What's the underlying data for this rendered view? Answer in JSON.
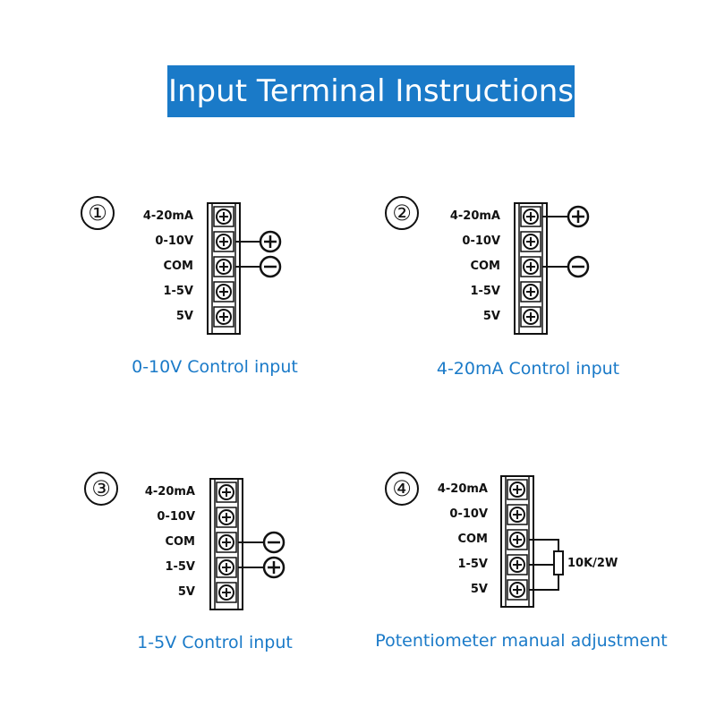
{
  "title": "Input Terminal Instructions",
  "terminal_labels": [
    "4-20mA",
    "0-10V",
    "COM",
    "1-5V",
    "5V"
  ],
  "diagrams": [
    {
      "number": "①",
      "caption": "0-10V Control input"
    },
    {
      "number": "②",
      "caption": "4-20mA Control input"
    },
    {
      "number": "③",
      "caption": "1-5V Control input"
    },
    {
      "number": "④",
      "caption": "Potentiometer manual adjustment",
      "resistor_label": "10K/2W"
    }
  ],
  "colors": {
    "accent": "#1a7ac8",
    "ink": "#111111"
  }
}
